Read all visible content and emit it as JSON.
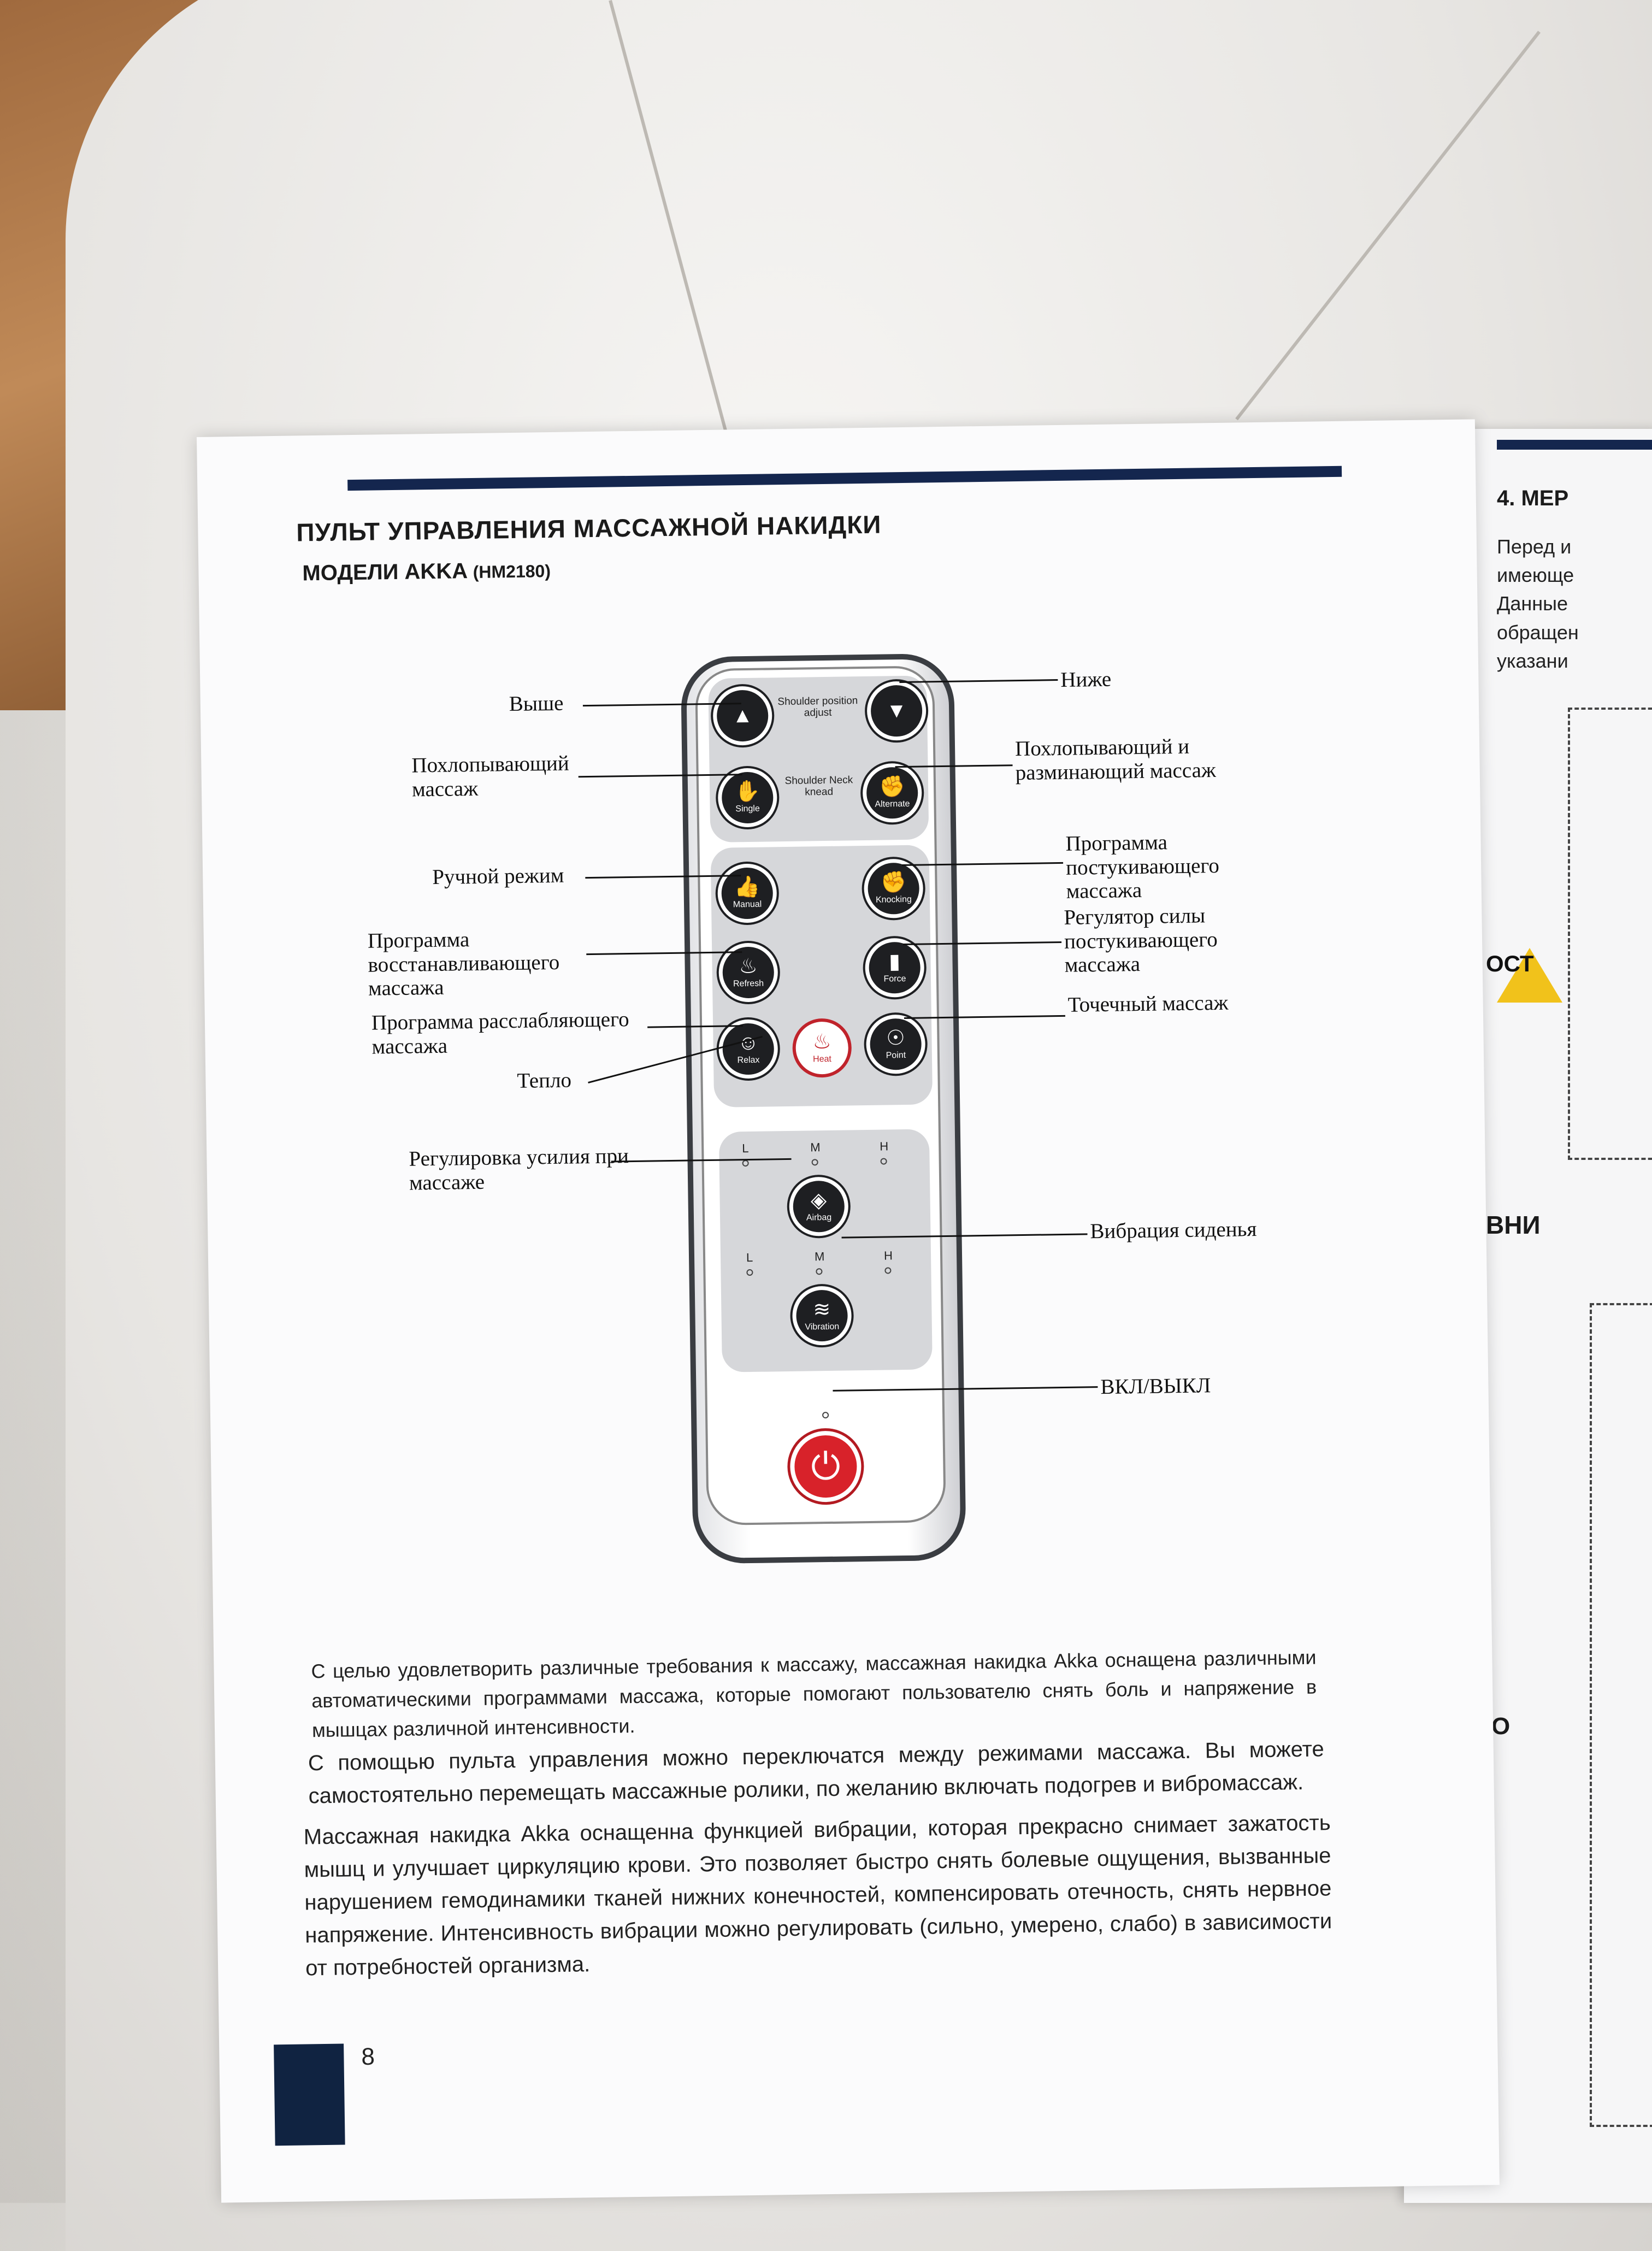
{
  "page": {
    "title": "ПУЛЬТ УПРАВЛЕНИЯ МАССАЖНОЙ НАКИДКИ",
    "subtitle_main": "МОДЕЛИ AKKA",
    "subtitle_model": "(HM2180)",
    "page_number": "8"
  },
  "remote": {
    "shoulder_position_label": "Shoulder position adjust",
    "shoulder_neck_label": "Shoulder Neck knead",
    "buttons": {
      "single": "Single",
      "alternate": "Alternate",
      "manual": "Manual",
      "knocking": "Knocking",
      "refresh": "Refresh",
      "force": "Force",
      "relax": "Relax",
      "heat": "Heat",
      "point": "Point",
      "airbag": "Airbag",
      "vibration": "Vibration"
    },
    "levels": [
      "L",
      "M",
      "H"
    ],
    "icons": {
      "up": "up-triangle-icon",
      "down": "down-triangle-icon",
      "power": "power-icon"
    }
  },
  "callouts": {
    "up": "Выше",
    "down": "Ниже",
    "single": "Похлопывающий массаж",
    "alternate": "Похлопывающий и разминающий массаж",
    "manual": "Ручной режим",
    "knocking": "Программа постукивающего массажа",
    "refresh": "Программа восстанавливающего массажа",
    "force": "Регулятор силы постукивающего массажа",
    "relax": "Программа расслабляющего массажа",
    "point": "Точечный массаж",
    "heat": "Тепло",
    "airbag": "Регулировка усилия при массаже",
    "vibration": "Вибрация сиденья",
    "power": "ВКЛ/ВЫКЛ"
  },
  "paragraphs": {
    "p1": "С целью удовлетворить различные требования к массажу, массажная накидка Akka оснащена различными автоматическими программами массажа, которые помогают пользователю снять боль и напряжение в мышцах различной интенсивности.",
    "p2": "С помощью пульта управления можно переключатся между режимами массажа. Вы можете самостоятельно перемещать массажные ролики, по желанию включать подогрев и вибромассаж.",
    "p3": "Массажная накидка Akka оснащенна функцией вибрации, которая прекрасно снимает зажатость мышц и улучшает циркуляцию крови. Это позволяет быстро снять болевые ощущения, вызванные нарушением гемодинамики тканей нижних конечностей, компенсировать отечность, снять нервное напряжение. Интенсивность вибрации можно регулировать (сильно, умерено, слабо) в зависимости от потребностей организма."
  },
  "next_page": {
    "heading": "4. МЕР",
    "text": "Перед и\nимеюще\nДанные\nобращен\nуказани",
    "warning": "ОСТ",
    "heading2": "ВНИ",
    "fragment": "О"
  },
  "colors": {
    "brand_navy": "#14264e",
    "heat_red": "#c0232b",
    "power_red": "#d8222a"
  }
}
